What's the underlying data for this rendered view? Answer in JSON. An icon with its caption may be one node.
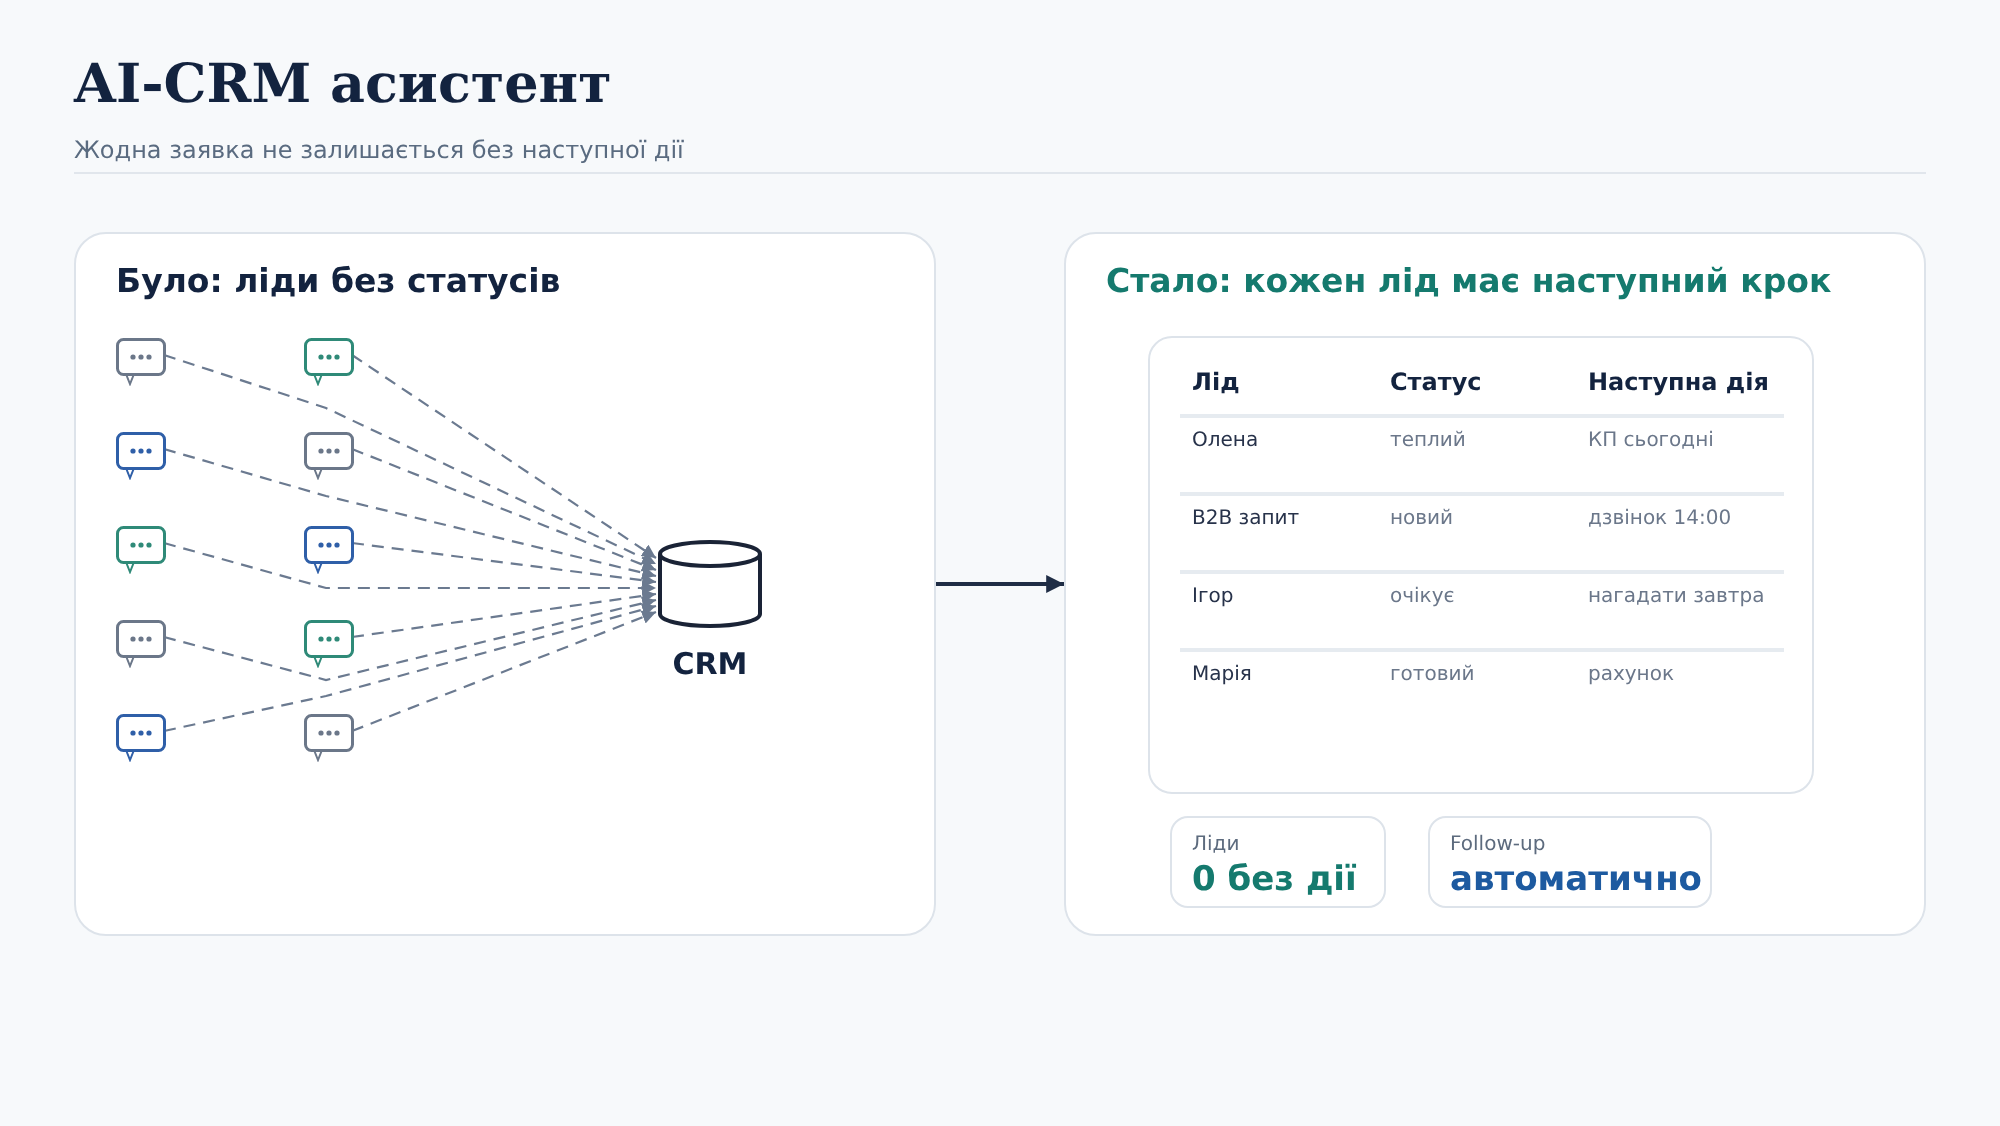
{
  "diagram": {
    "title": "AI-CRM асистент",
    "nodes": [
      {
        "text": [
          "Було: ліди без статусів"
        ]
      },
      {
        "text": [],
        "shape": "bubble",
        "in": 0
      },
      {
        "text": [],
        "shape": "bubble",
        "in": 0
      },
      {
        "text": [],
        "shape": "bubble",
        "in": 0
      },
      {
        "text": [],
        "shape": "bubble",
        "in": 0
      },
      {
        "text": [],
        "shape": "bubble",
        "in": 0
      },
      {
        "text": [],
        "shape": "bubble",
        "in": 0
      },
      {
        "text": [],
        "shape": "bubble",
        "in": 0
      },
      {
        "text": [],
        "shape": "bubble",
        "in": 0
      },
      {
        "text": [],
        "shape": "bubble",
        "in": 0
      },
      {
        "text": [],
        "shape": "bubble",
        "in": 0
      },
      {
        "text": [
          "CRM"
        ],
        "in": 0
      },
      {
        "text": [
          "Стало: кожен лід має наступний крок"
        ]
      },
      {
        "text": [
          "Ліди",
          "0 без дії"
        ],
        "in": 12
      },
      {
        "text": [
          "Follow-up",
          "автоматично"
        ],
        "in": 12
      }
    ],
    "edges": [
      {
        "from": 1,
        "to": 11,
        "arrow": "to",
        "style": "dashed"
      },
      {
        "from": 2,
        "to": 11,
        "arrow": "to",
        "style": "dashed"
      },
      {
        "from": 3,
        "to": 11,
        "arrow": "to",
        "style": "dashed"
      },
      {
        "from": 4,
        "to": 11,
        "arrow": "to",
        "style": "dashed"
      },
      {
        "from": 5,
        "to": 11,
        "arrow": "to",
        "style": "dashed"
      },
      {
        "from": 6,
        "to": 11,
        "arrow": "to",
        "style": "dashed"
      },
      {
        "from": 7,
        "to": 11,
        "arrow": "to",
        "style": "dashed"
      },
      {
        "from": 8,
        "to": 11,
        "arrow": "to",
        "style": "dashed"
      },
      {
        "from": 9,
        "to": 11,
        "arrow": "to",
        "style": "dashed"
      },
      {
        "from": 10,
        "to": 11,
        "arrow": "to",
        "style": "dashed"
      },
      {
        "from": 0,
        "to": 12,
        "arrow": "to",
        "color": "#1f2d45"
      }
    ],
    "labels": [
      "Жодна заявка не залишається без наступної дії",
      "Лід",
      "Статус",
      "Наступна дія",
      "Олена",
      "теплий",
      "КП сьогодні",
      "B2B запит",
      "новий",
      "дзвінок 14:00",
      "Ігор",
      "очікує",
      "нагадати завтра",
      "Марія",
      "готовий",
      "рахунок"
    ]
  }
}
